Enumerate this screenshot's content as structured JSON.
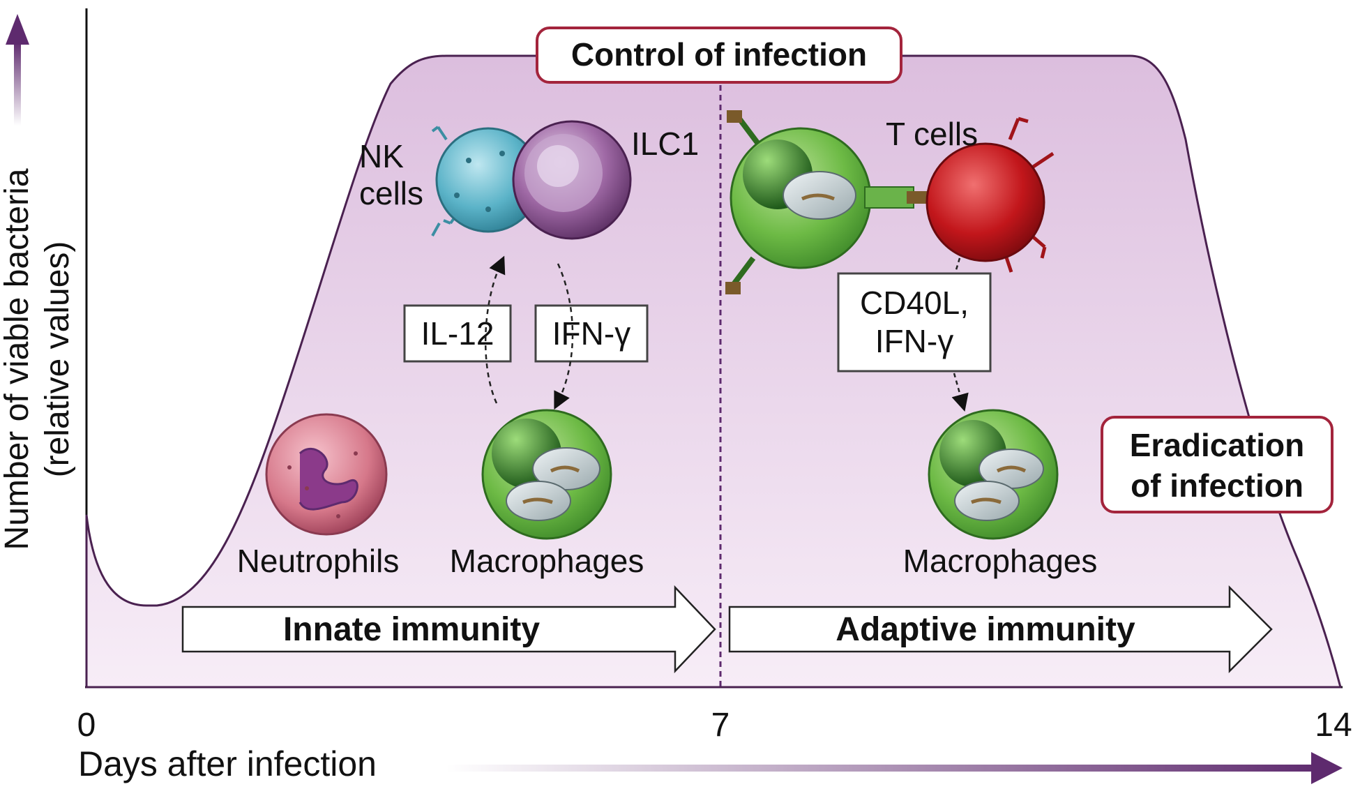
{
  "axes": {
    "y_label_line1": "Number of viable bacteria",
    "y_label_line2": "(relative values)",
    "x_label": "Days after infection",
    "x_ticks": [
      "0",
      "7",
      "14"
    ]
  },
  "phases": {
    "control": "Control of infection",
    "eradication_line1": "Eradication",
    "eradication_line2": "of infection",
    "innate": "Innate immunity",
    "adaptive": "Adaptive immunity"
  },
  "cells": {
    "nk_line1": "NK",
    "nk_line2": "cells",
    "ilc1": "ILC1",
    "t_cells": "T cells",
    "neutrophils": "Neutrophils",
    "macrophages_innate": "Macrophages",
    "macrophages_adaptive": "Macrophages"
  },
  "cytokines": {
    "il12": "IL-12",
    "ifng": "IFN-γ",
    "cd40l_line1": "CD40L,",
    "cd40l_line2": "IFN-γ"
  },
  "colors": {
    "purple": "#5e2a6e",
    "curve_fill": "#ecd6ec",
    "box_border_red": "#a3243c",
    "macrophage_green": "#5da83a",
    "t_cell_red": "#c2161b",
    "nk_blue": "#4aa6bd",
    "ilc1_purple": "#9c6a9f"
  }
}
